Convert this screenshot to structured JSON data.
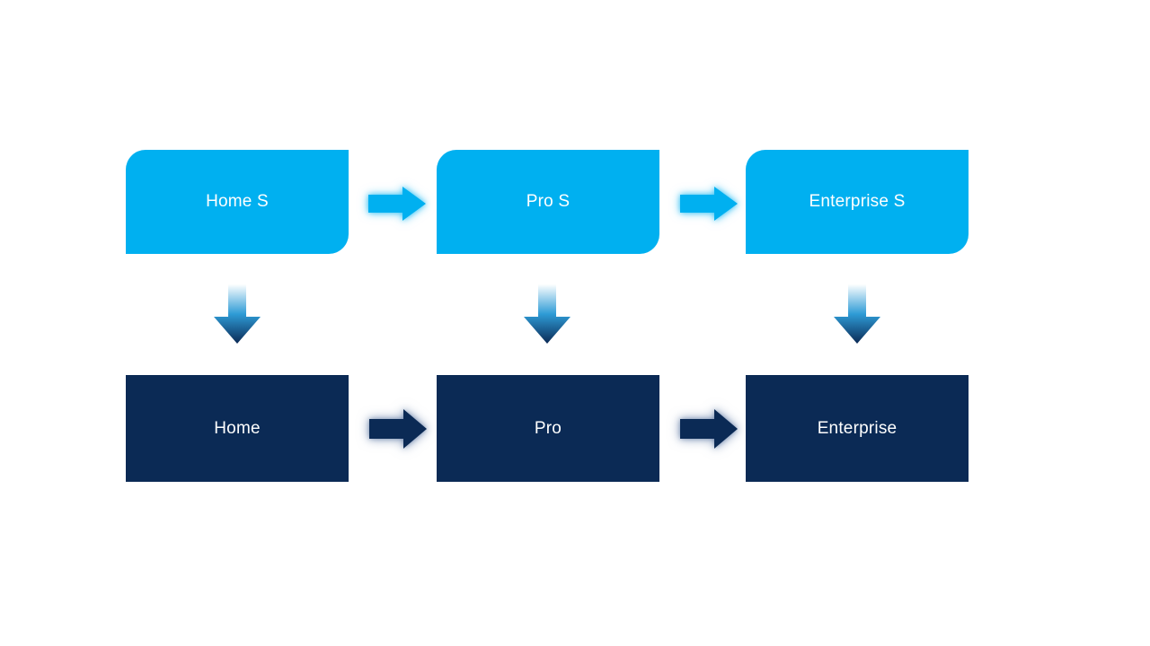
{
  "slide": {
    "background": "#FFFFFF",
    "colors": {
      "background": "#FFFFFF",
      "top-box-fill": "#00B0F0",
      "bottom-box-fill": "#0B2A55",
      "label-text": "#FFFFFF",
      "light-arrow-fill": "#00B0F0",
      "light-arrow-glow": "rgba(0,176,240,0.55)",
      "dark-arrow-fill": "#0B2A55",
      "dark-arrow-glow": "rgba(70,100,150,0.55)",
      "down-arrow-top": "#FDFEFF",
      "down-arrow-mid": "#2E9BD6",
      "down-arrow-bottom": "#0B2A55"
    },
    "top_row": [
      {
        "label": "Home S"
      },
      {
        "label": "Pro S"
      },
      {
        "label": "Enterprise S"
      }
    ],
    "bottom_row": [
      {
        "label": "Home"
      },
      {
        "label": "Pro"
      },
      {
        "label": "Enterprise"
      }
    ],
    "icons": {
      "right_arrow": "right-arrow-icon",
      "down_arrow": "down-arrow-icon"
    }
  }
}
